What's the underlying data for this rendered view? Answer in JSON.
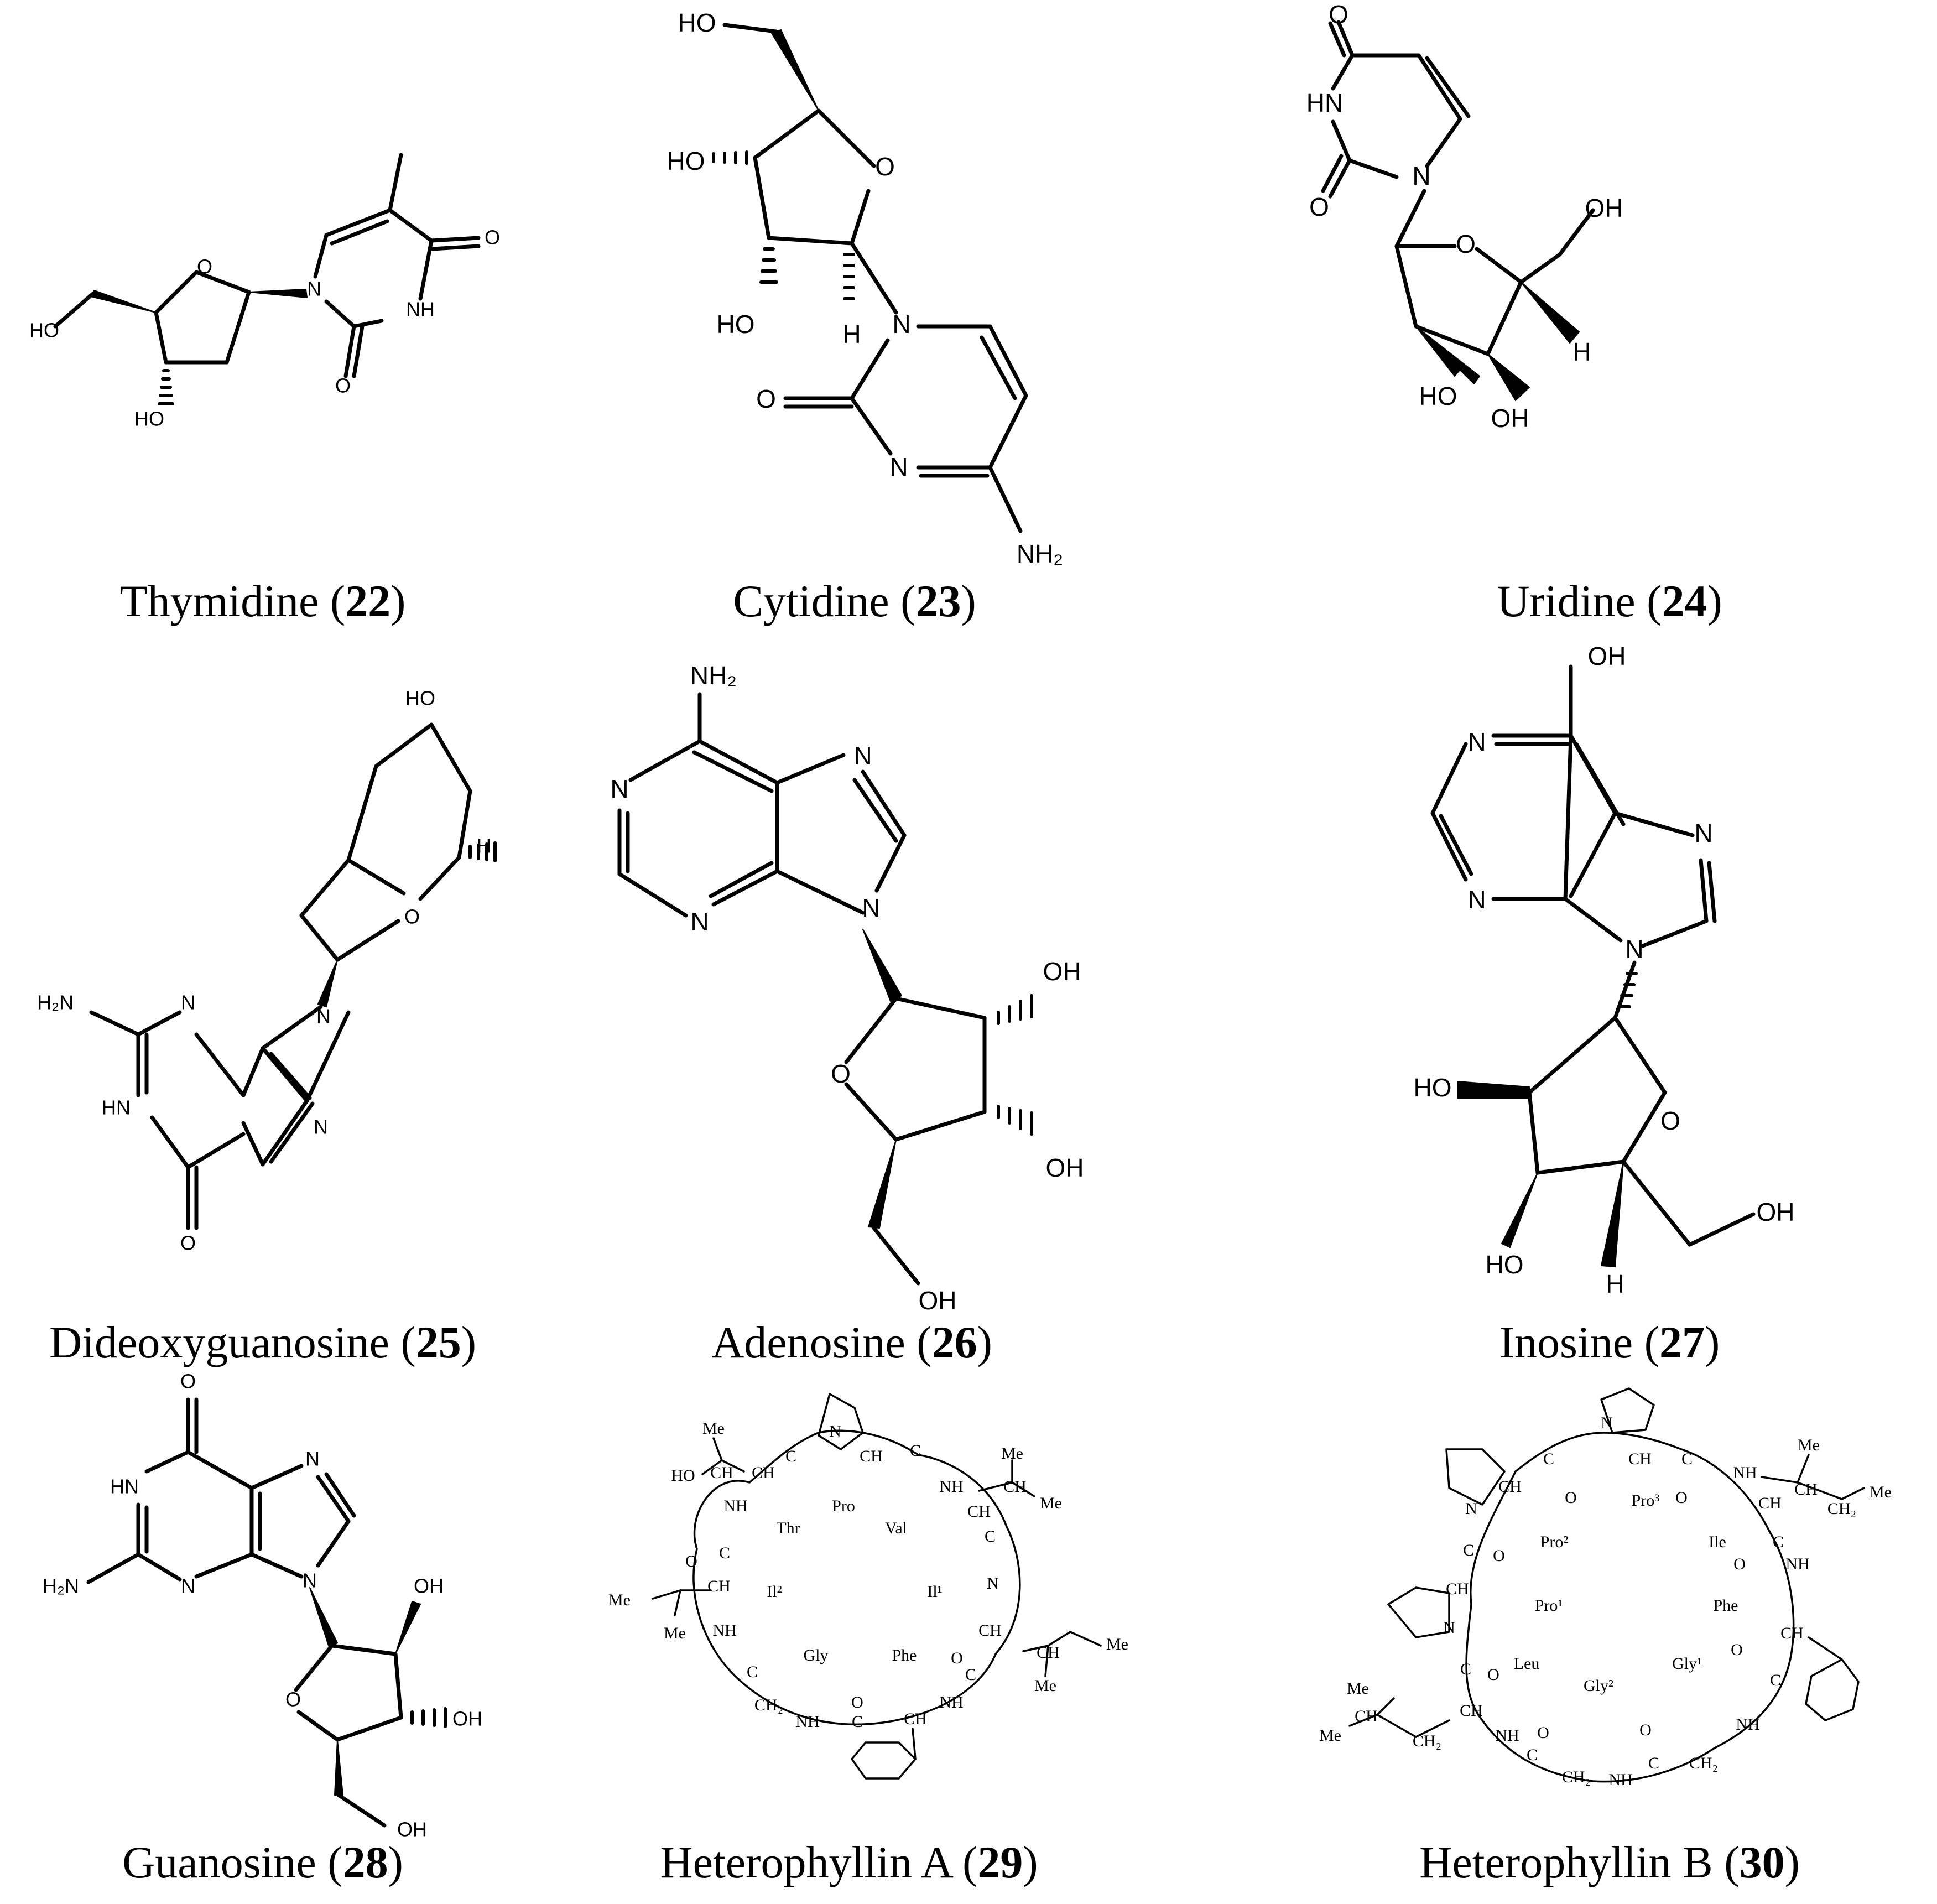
{
  "compounds": [
    {
      "name": "Thymidine",
      "number": "22"
    },
    {
      "name": "Cytidine",
      "number": "23"
    },
    {
      "name": "Uridine",
      "number": "24"
    },
    {
      "name": "Dideoxyguanosine",
      "number": "25"
    },
    {
      "name": "Adenosine",
      "number": "26"
    },
    {
      "name": "Inosine",
      "number": "27"
    },
    {
      "name": "Guanosine",
      "number": "28"
    },
    {
      "name": "Heterophyllin A",
      "number": "29"
    },
    {
      "name": "Heterophyllin B",
      "number": "30"
    }
  ],
  "atoms": {
    "HO": "HO",
    "OH": "OH",
    "O": "O",
    "N": "N",
    "NH": "NH",
    "HN": "HN",
    "NH2": "NH₂",
    "H2N": "H₂N",
    "H": "H",
    "Me": "Me",
    "CH": "CH",
    "CH2": "CH₂",
    "C": "C"
  },
  "residues": {
    "A": [
      "Pro",
      "Thr",
      "Val",
      "Il²",
      "Il¹",
      "Gly",
      "Phe"
    ],
    "B": [
      "Pro³",
      "Pro²",
      "Ile",
      "Pro¹",
      "Phe",
      "Leu",
      "Gly¹",
      "Gly²"
    ]
  }
}
